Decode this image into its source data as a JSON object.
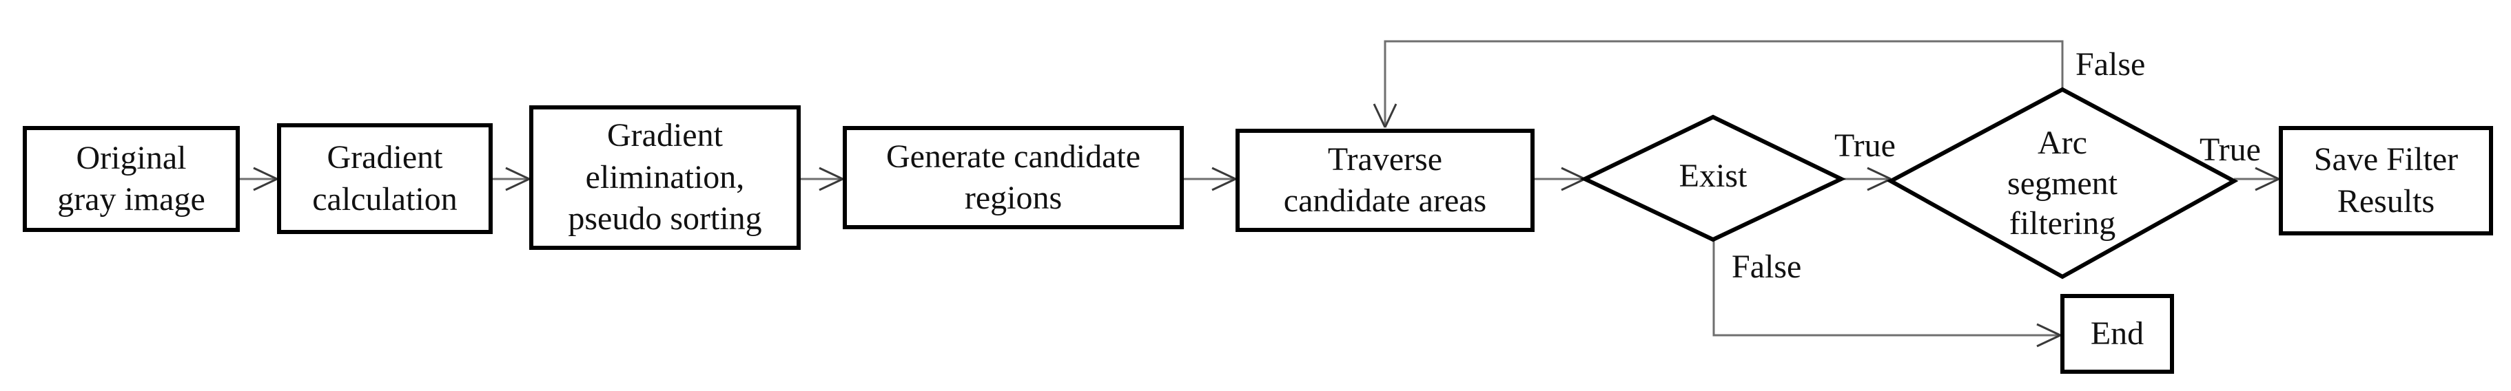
{
  "diagram": {
    "type": "flowchart",
    "colors": {
      "node_border": "#000000",
      "node_fill": "#ffffff",
      "connector": "#6f6f6f",
      "arrowhead": "#3a3a3a",
      "text": "#111111",
      "background": "#ffffff"
    },
    "nodes": {
      "original": {
        "label": "Original\ngray image",
        "shape": "rect"
      },
      "gradient_calc": {
        "label": "Gradient\ncalculation",
        "shape": "rect"
      },
      "gradient_elim": {
        "label": "Gradient\nelimination,\npseudo sorting",
        "shape": "rect"
      },
      "generate_regions": {
        "label": "Generate candidate\nregions",
        "shape": "rect"
      },
      "traverse": {
        "label": "Traverse\ncandidate areas",
        "shape": "rect"
      },
      "exist": {
        "label": "Exist",
        "shape": "diamond"
      },
      "arc_filter": {
        "label": "Arc\nsegment\nfiltering",
        "shape": "diamond"
      },
      "save": {
        "label": "Save Filter\nResults",
        "shape": "rect"
      },
      "end": {
        "label": "End",
        "shape": "rect"
      }
    },
    "edge_labels": {
      "exist_true": "True",
      "exist_false": "False",
      "arc_true": "True",
      "arc_false": "False"
    }
  }
}
